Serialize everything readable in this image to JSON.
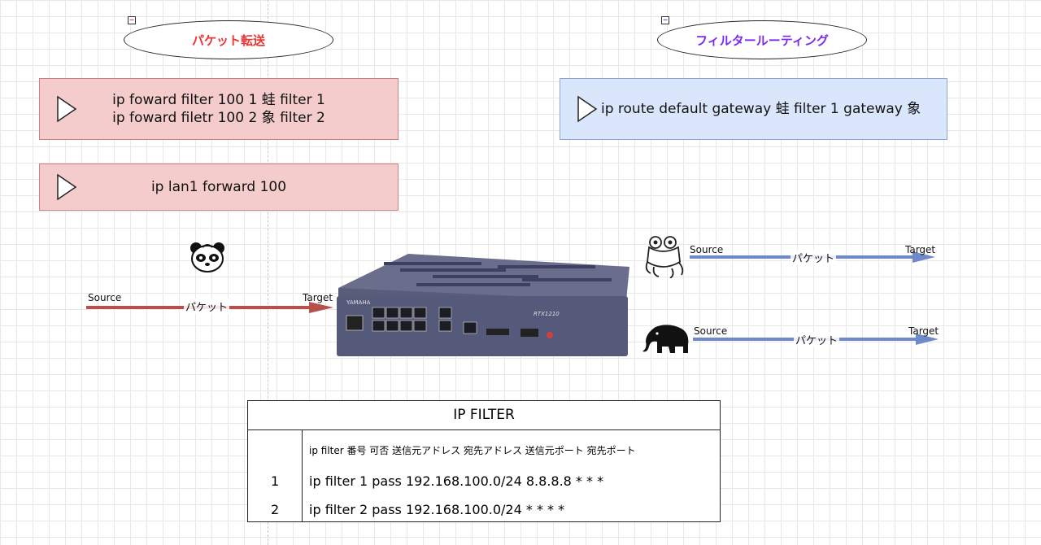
{
  "labels": {
    "left_title": "パケット転送",
    "right_title": "フィルタールーティング"
  },
  "boxes": {
    "forward_filter_line1": "ip foward filter 100 1 蛙 filter 1",
    "forward_filter_line2": "ip foward filetr 100 2 象 filter 2",
    "lan_forward": "ip lan1 forward 100",
    "route_default": "ip route default gateway 蛙 filter 1 gateway 象"
  },
  "arrows": {
    "source_label": "Source",
    "target_label": "Target",
    "packet_label": "パケット"
  },
  "router": {
    "brand": "YAMAHA",
    "model": "RTX1210"
  },
  "table": {
    "title": "IP FILTER",
    "header": "ip filter 番号 可否 送信元アドレス 宛先アドレス 送信元ポート 宛先ポート",
    "rows": [
      {
        "num": "1",
        "text": "ip filter 1 pass 192.168.100.0/24 8.8.8.8 * * *"
      },
      {
        "num": "2",
        "text": "ip filter 2 pass 192.168.100.0/24 * * * *"
      }
    ]
  },
  "colors": {
    "left_title": "#ee3333",
    "right_title": "#7b2cf0",
    "red_arrow": "#b5504d",
    "blue_arrow": "#6f8ac8"
  }
}
